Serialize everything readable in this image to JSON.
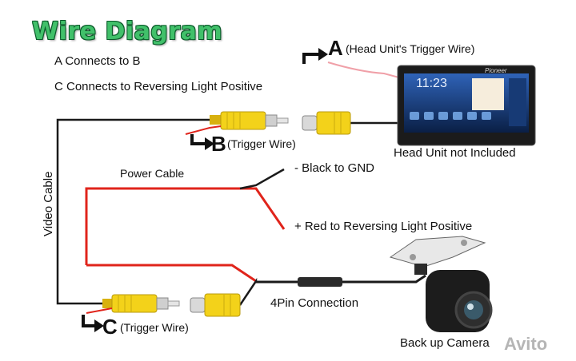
{
  "title": "Wire Diagram",
  "notes": [
    "A Connects to B",
    "C Connects to Reversing Light Positive"
  ],
  "labels": {
    "a_letter": "A",
    "a_text": "(Head Unit's Trigger Wire)",
    "b_letter": "B",
    "b_text": "(Trigger Wire)",
    "c_letter": "C",
    "c_text": "(Trigger Wire)",
    "head_unit": "Head Unit not Included",
    "power_cable": "Power Cable",
    "black_gnd": "- Black to GND",
    "red_positive": "+ Red to Reversing Light Positive",
    "video_cable": "Video Cable",
    "four_pin": "4Pin Connection",
    "camera": "Back up Camera"
  },
  "screen": {
    "time": "11:23",
    "brand": "Pioneer"
  },
  "watermark": "Avito",
  "colors": {
    "title_green": "#41c06a",
    "rca_yellow": "#f3d21a",
    "wire_red": "#e0241b",
    "wire_black": "#1a1a1a",
    "trigger_pink": "#f0a0a8"
  }
}
